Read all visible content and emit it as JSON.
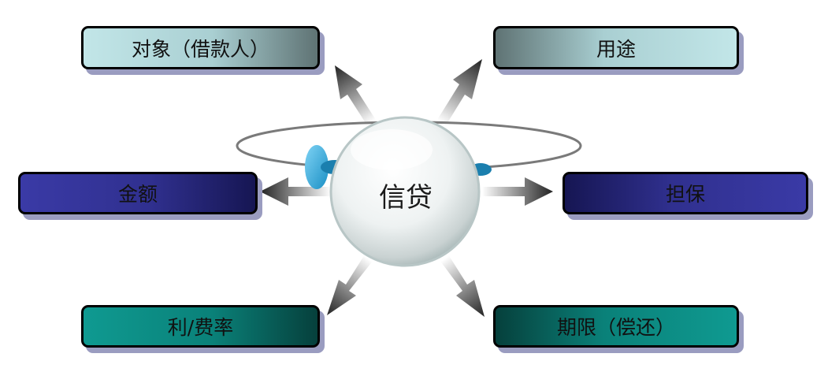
{
  "center": {
    "label": "信贷"
  },
  "nodes": {
    "top_left": "对象（借款人）",
    "top_right": "用途",
    "mid_left": "金额",
    "mid_right": "担保",
    "bottom_left": "利/费率",
    "bottom_right": "期限（偿还）"
  },
  "colors": {
    "light_teal": "#a9cfd2",
    "navy": "#30308f",
    "teal": "#0a8179",
    "shadow": "#9a9cc0",
    "border": "#000000"
  }
}
